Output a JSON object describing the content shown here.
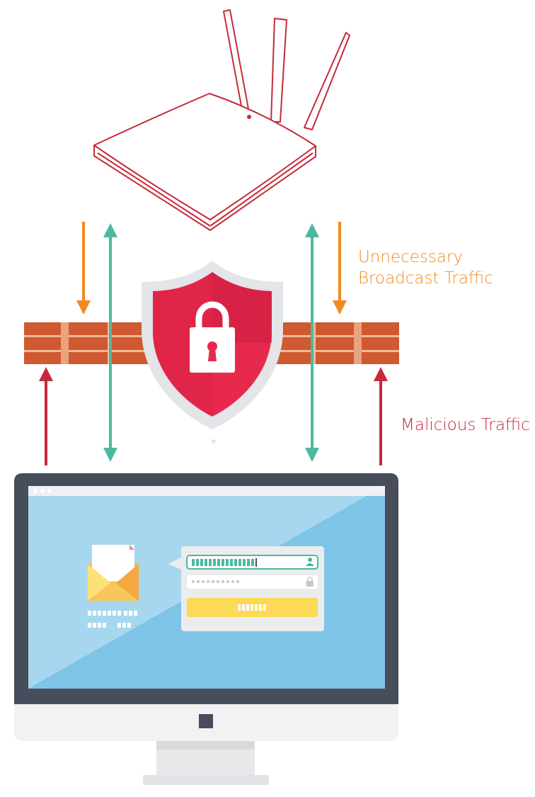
{
  "labels": {
    "broadcast_line1": "Unnecessary",
    "broadcast_line2": "Broadcast Traffic",
    "malicious": "Malicious Traffic"
  },
  "colors": {
    "router_outline": "#c62a3a",
    "broadcast_arrow": "#ee8a1e",
    "allowed_arrow": "#4db8a0",
    "malicious_arrow": "#c62a3a",
    "brick": "#cf5930",
    "mortar": "#f1b99a",
    "shield_red": "#e8294e",
    "shield_rim": "#e3e5e8",
    "monitor_frame": "#474d5b",
    "screen": "#7ec4e6",
    "login_button": "#fcd956"
  },
  "icons": {
    "router": "router-icon",
    "shield": "shield-lock-icon",
    "firewall": "brick-wall-icon",
    "monitor": "monitor-icon",
    "envelope": "envelope-icon"
  }
}
